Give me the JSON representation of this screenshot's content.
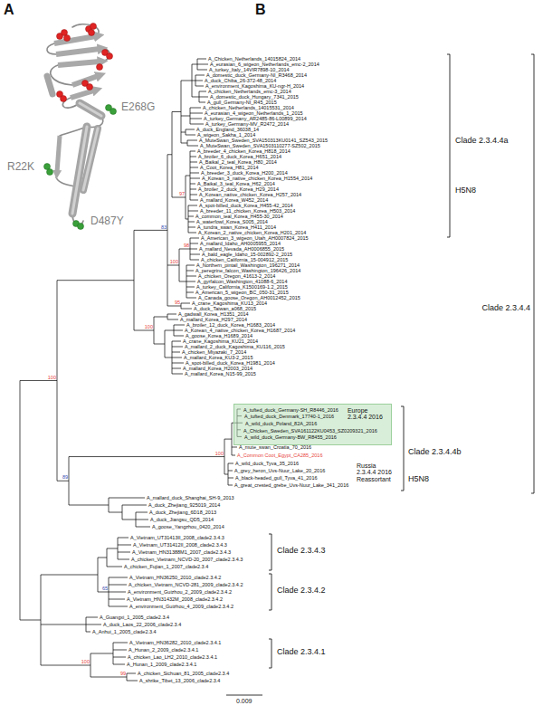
{
  "diagram": {
    "nodes": [
      {
        "text": [
          "A_tufted_duck_Germany-SH_R8446_2016",
          "A_tufted_duck_Denmark_17740-1_2016",
          "A_wild_duck_Poland_82A_2016",
          "A_Chicken_Sweden_SVA161122KU0453_SZ0209321_2016",
          "A_wild_duck_Germany-BW_R8455_2016",
          "Europe 2.3.4.4 2016"
        ]
      }
    ],
    "labels": [
      "A",
      "E268G",
      "R22K",
      "D487Y",
      "B",
      "A_Chicken_Netherlands_14015824_2014",
      "A_eurasian_6_wigeon_Netherlands_emc-2_2014",
      "A_turkey_Italy_14VIR7898-10_2014",
      "A_domestic_duck_Germany-NI_R3468_2014",
      "A_duck_Chiba_26-372-48_2014",
      "A_environment_Kagoshima_KU-ngr-H_2014",
      "A_chicken_Netherlands_emc-3_2014",
      "A_domestic_duck_Hungary_7341_2015",
      "A_gull_Germany-NI_R45_2015",
      "A_chicken_Netherlands_14015531_2014",
      "A_eurasian_4_wigeon_Netherlands_1_2015",
      "A_turkey_Germany_AR2485-86-L00899_2014",
      "A_turkey_Germany-MV_R2472_2014",
      "A_duck_England_36038_14",
      "A_wigeon_Sakha_1_2014",
      "A_MuteSwan_Sweden_SVA150313KU0141_SZ543_2015",
      "A_MuteSwan_Sweden_SVA1503110277-SZ502_2015",
      "A_breeder_4_chicken_Korea_H818_2014",
      "A_broiler_6_duck_Korea_H651_2014",
      "A_Baikal_2_teal_Korea_H80_2014",
      "A_Coot_Korea_H81_2014",
      "A_breeder_3_duck_Korea_H200_2014",
      "A_Korean_3_native_chicken_Korea_H1554_2014",
      "A_Baikal_3_teal_Korea_H62_2014",
      "A_broiler_2_duck_Korea_H29_2014",
      "A_Korean_native_chicken_Korea_H257_2014",
      "A_mallard_Korea_W452_2014",
      "A_spot-billed_duck_Korea_H455-42_2014",
      "A_breeder_11_chicken_Korea_H503_2014",
      "A_common_teal_Korea_H455-30_2014",
      "A_waterfowl_Korea_S005_2014",
      "A_tundra_swan_Korea_H411_2014",
      "A_Korean_2_native_chicken_Korea_H201_2014",
      "A_American_3_wigeon_Utah_AH0007824_2015",
      "A_mallard_Idaho_AH0005955_2014",
      "A_mallard_Nevada_AH0006855_2015",
      "A_bald_eagle_Idaho_15-002892-2_2015",
      "A_chicken_California_15-004912_2015",
      "A_Northern_pintail_Washington_196271_2014",
      "A_peregrine_falcon_Washington_196426_2014",
      "A_chicken_Oregon_41613-2_2014",
      "A_gyrfalcon_Washington_41088-6_2014",
      "A_turkey_California_K1500169-1.2_2015",
      "A_American_5_wigeon_BC_050-31_2015",
      "A_Canada_goose_Oregon_AH0012452_2015",
      "A_crane_Kagoshima_KU13_2014",
      "A_duck_Taiwan_a068_2015",
      "A_gadwall_Korea_H1351_2014",
      "A_mallard_Korea_H297_2014",
      "A_broiler_12_duck_Korea_H1683_2014",
      "A_Korean_4_native_chicken_Korea_H1687_2014",
      "A_goose_Korea_H1689_2014",
      "A_crane_Kagoshima_KU21_2014",
      "A_mallard_2_duck_Kagoshima_KU116_2015",
      "A_chicken_Miyazaki_7_2014",
      "A_mallard_Korea_KU3-2_2015",
      "A_spot-billed_duck_Korea_H1981_2014",
      "A_mallard_Korea_H2003_2014",
      "A_mallard_Korea_N15-99_2015",
      "A_mute_swan_Croatia_70_2016",
      "A_Common Coot_Egypt_CA285_2016",
      "A_wild_duck_Tyva_35_2016",
      "A_grey_heron_Uvs-Nuur_Lake_20_2016",
      "A_black-headed_gull_Tyva_41_2016",
      "A_great_crested_grebe_Uvs-Nuur_Lake_341_2016",
      "A_mallard_duck_Shanghai_SH-9_2013",
      "A_duck_Zhejiang_925019_2014",
      "A_duck_Zhejiang_6D18_2013",
      "A_duck_Jiangsu_QD5_2014",
      "A_goose_Yangzhou_0420_2014",
      "A_Vietnam_UT31413II_2008_clade2.3.4.3",
      "A_Vietnam_UT31412II_2008_clade2.3.4.3",
      "A_Vietnam_HN31388M1_2007_clade2.3.4.3",
      "A_chicken_Vietnam_NCVD-20_2007_clade2.3.4.3",
      "A_chicken_Fujian_1_2007_clade2.3.4",
      "A_Vietnam_HN36250_2010_clade2.3.4.2",
      "A_chicken_Vietnam_NCVD-281_2009_clade2.3.4.2",
      "A_environment_Guizhou_2_2009_clade2.3.4.2",
      "A_Vietnam_HN31432M_2008_clade2.3.4.2",
      "A_environment_Guizhou_4_2009_clade2.3.4.2",
      "A_Guangxi_1_2005_clade2.3.4",
      "A_duck_Laos_22_2006_clade2.3.4",
      "A_Anhui_1_2005_clade2.3.4",
      "A_Vietnam_HN36282_2010_clade2.3.4.1",
      "A_Hunan_2_2009_clade2.3.4.1",
      "A_chicken_Lao_LH2_2010_clade2.3.4.1",
      "A_Hunan_1_2009_clade2.3.4.1",
      "A_chicken_Sichuan_81_2005_clade2.3.4",
      "A_shrike_Tibet_13_2006_clade2.3.4",
      "Clade 2.3.4.4a",
      "H5N8",
      "Clade 2.3.4.4",
      "Clade 2.3.4.4b",
      "Russia 2.3.4.4 2016 Reassortant",
      "H5N8",
      "Clade 2.3.4.3",
      "Clade 2.3.4.2",
      "Clade 2.3.4.1",
      "97",
      "83",
      "98",
      "100",
      "95",
      "100",
      "100",
      "100",
      "89",
      "65",
      "100",
      "99",
      "0.009"
    ]
  }
}
